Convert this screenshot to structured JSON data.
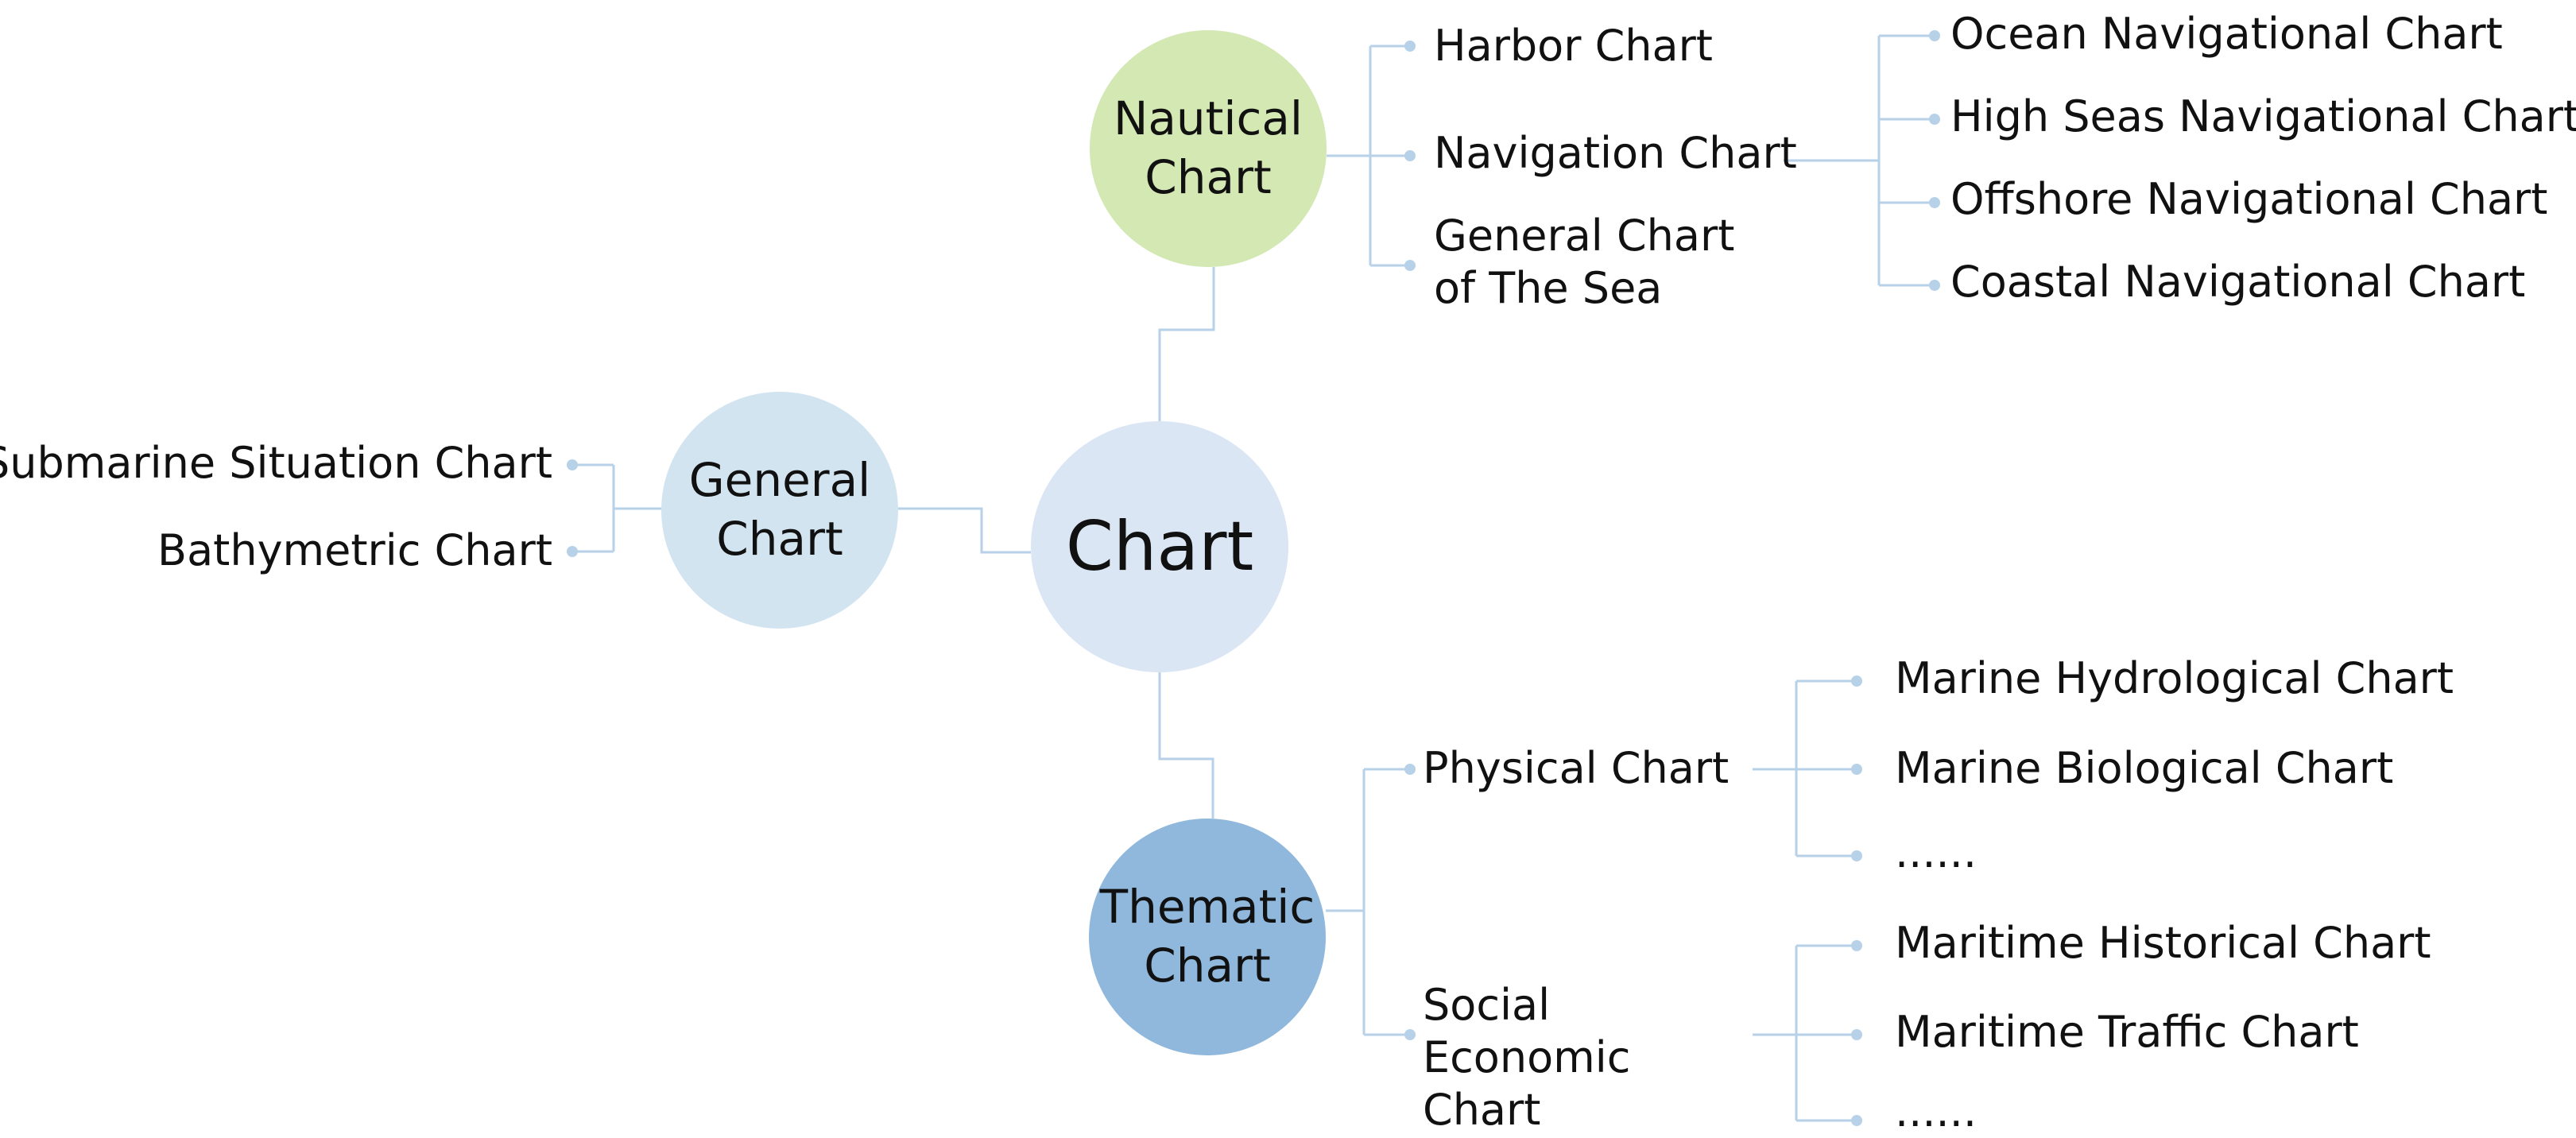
{
  "diagram": {
    "root": {
      "label": "Chart"
    },
    "categories": {
      "nautical": {
        "label": "Nautical Chart",
        "color": "#d3e8b3",
        "children": {
          "harbor": "Harbor Chart",
          "navigation": "Navigation Chart",
          "general_sea": "General Chart of The Sea"
        },
        "navigation_children": [
          "Ocean Navigational Chart",
          "High Seas Navigational Chart",
          "Offshore Navigational Chart",
          "Coastal Navigational Chart"
        ]
      },
      "general": {
        "label": "General Chart",
        "color": "#d3e4f1",
        "children": [
          "Submarine Situation Chart",
          "Bathymetric Chart"
        ]
      },
      "thematic": {
        "label": "Thematic Chart",
        "color": "#8fb8dc",
        "children": {
          "physical": "Physical Chart",
          "social": "Social Economic Chart"
        },
        "physical_children": [
          "Marine Hydrological Chart",
          "Marine Biological Chart",
          "......"
        ],
        "social_children": [
          "Maritime Historical Chart",
          "Maritime Traffic Chart",
          "......"
        ]
      }
    },
    "colors": {
      "root_fill": "#dbe6f4",
      "connector": "#b7d2e8",
      "text": "#111111"
    }
  }
}
